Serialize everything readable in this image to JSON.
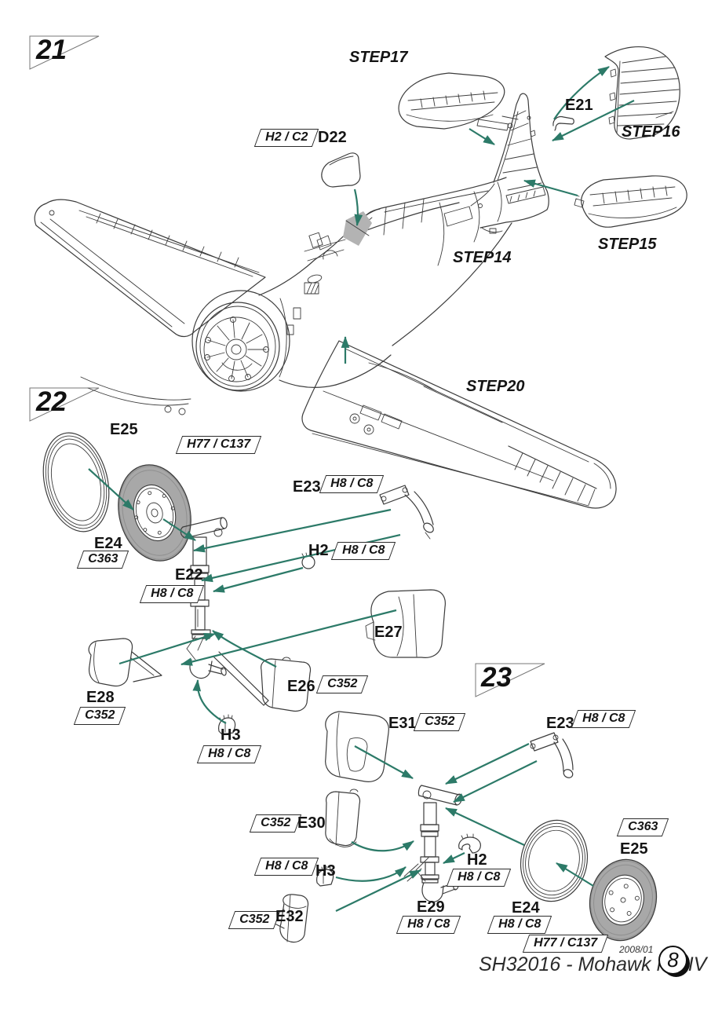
{
  "colors": {
    "arrow": "#2c7a68",
    "ink": "#3c3c3c",
    "tire": "#a8a8a8",
    "shade": "#b3b3b3"
  },
  "step21": {
    "flag": "21",
    "step17": "STEP17",
    "step16": "STEP16",
    "step15": "STEP15",
    "step14": "STEP14",
    "step20": "STEP20",
    "e21": "E21",
    "d22": "D22",
    "d22_callout": "H2 / C2"
  },
  "step22": {
    "flag": "22",
    "e25": "E25",
    "tire_callout": "H77 / C137",
    "e24": "E24",
    "e24_callout": "C363",
    "e23": "E23",
    "e23_callout": "H8 / C8",
    "h2": "H2",
    "h2_callout": "H8 / C8",
    "e22": "E22",
    "e22_callout": "H8 / C8",
    "e27": "E27",
    "e28": "E28",
    "e28_callout": "C352",
    "e26": "E26",
    "e26_callout": "C352",
    "h3": "H3",
    "h3_callout": "H8 / C8"
  },
  "step23": {
    "flag": "23",
    "e31": "E31",
    "e31_callout": "C352",
    "e23": "E23",
    "e23_callout": "H8 / C8",
    "e30": "E30",
    "e30_callout": "C352",
    "h3": "H3",
    "h3_callout": "H8 / C8",
    "h2": "H2",
    "h2_callout": "H8 / C8",
    "e32": "E32",
    "e32_callout": "C352",
    "e29": "E29",
    "e29_callout": "H8 / C8",
    "e24": "E24",
    "e24_callout": "H8 / C8",
    "e25": "E25",
    "e25_callout": "C363",
    "tire_callout": "H77 / C137"
  },
  "footer": {
    "kit": "SH32016 - Mohawk Mk.IV",
    "date": "2008/01",
    "page": "8"
  }
}
